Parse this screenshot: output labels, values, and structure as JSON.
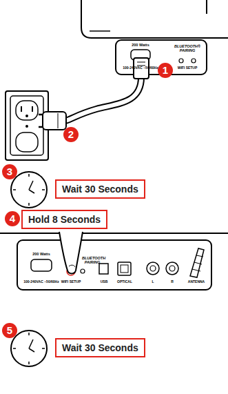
{
  "diagram": {
    "nodes": [
      {
        "text": [
          "1"
        ]
      },
      {
        "text": [
          "2"
        ]
      },
      {
        "text": [
          "3"
        ]
      },
      {
        "text": [
          "Wait 30 Seconds"
        ]
      },
      {
        "text": [
          "4"
        ]
      },
      {
        "text": [
          "Hold 8 Seconds"
        ]
      },
      {
        "text": [
          "5"
        ]
      },
      {
        "text": [
          "Wait 30 Seconds"
        ]
      }
    ],
    "labels": [
      "200 Watts",
      "100-240VAC ~50/60Hz",
      "BLUETOOTH® PAIRING",
      "WIFI SETUP",
      "200 Watts",
      "100-240VAC ~50/60Hz",
      "BLUETOOTH PAIRING",
      "WIFI SETUP",
      "USB",
      "OPTICAL",
      "L",
      "R",
      "ANTENNA"
    ]
  }
}
